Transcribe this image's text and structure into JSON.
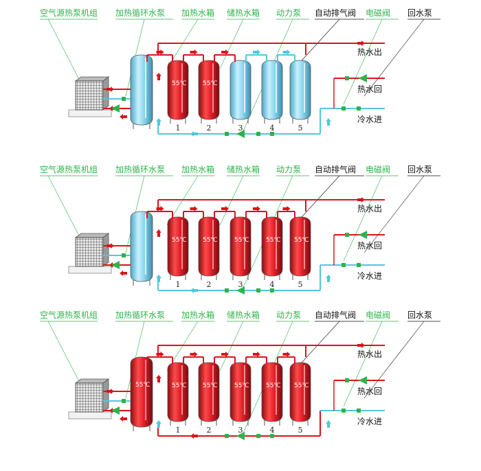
{
  "labels": {
    "heat_pump": "空气源热泵机组",
    "circ_pump": "加热循环水泵",
    "heating_tank": "加热水箱",
    "storage_tank": "储热水箱",
    "power_pump": "动力泵",
    "air_valve": "自动排气阀",
    "solenoid": "电磁阀",
    "return_pump": "回水泵"
  },
  "outlets": {
    "hot_out": "热水出",
    "hot_return": "热水回",
    "cold_in": "冷水进"
  },
  "temp": "55℃",
  "tank_numbers": [
    "1",
    "2",
    "3",
    "4",
    "5"
  ],
  "colors": {
    "hot": "#d9141b",
    "cold": "#4fc8dc",
    "green": "#2db34a",
    "blue_tank": "#7fd0e8",
    "red_tank": "#e0202a"
  },
  "diagrams": [
    {
      "first_tank": "blue",
      "tanks": [
        "red",
        "red",
        "blue",
        "blue",
        "blue"
      ],
      "top_pipe": "mixed"
    },
    {
      "first_tank": "blue",
      "tanks": [
        "red",
        "red",
        "red",
        "red",
        "red"
      ],
      "top_pipe": "hot"
    },
    {
      "first_tank": "red",
      "tanks": [
        "red",
        "red",
        "red",
        "red",
        "red"
      ],
      "top_pipe": "hot"
    }
  ]
}
